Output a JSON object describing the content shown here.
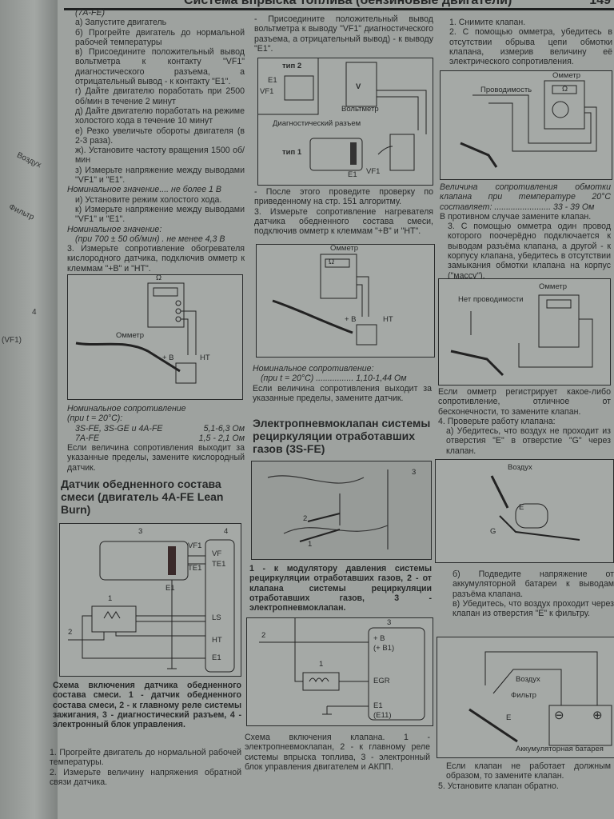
{
  "header": {
    "title": "Система впрыска топлива (бензиновые двигатели)",
    "page_number": "149"
  },
  "curl_fragments": [
    "Воздух",
    "Фильтр",
    "4",
    "(VF1)"
  ],
  "col1": {
    "engine": "(7A-FE)",
    "steps": [
      "а) Запустите двигатель",
      "б) Прогрейте двигатель до нормальной рабочей температуры",
      "в) Присоедините положительный вывод вольтметра к контакту \"VF1\" диагностического разъема, а отрицательный вывод - к контакту \"E1\".",
      "г) Дайте двигателю поработать при 2500 об/мин в течение 2 минут",
      "д) Дайте двигателю поработать на режиме холостого хода в течение 10 минут",
      "е) Резко увеличьте обороты двигателя (в 2-3 раза).",
      "ж). Установите частоту вращения 1500 об/мин",
      "з) Измерьте напряжение между выводами \"VF1\" и \"E1\"."
    ],
    "nominal1": "Номинальное значение.... не более 1 В",
    "steps2": [
      "и) Установите режим холостого хода.",
      "к) Измерьте напряжение между выводами \"VF1\" и \"E1\"."
    ],
    "nominal2_label": "Номинальное значение:",
    "nominal2_value": "(при 700 ± 50 об/мин) . не менее 4,3 В",
    "step3": "3. Измерьте сопротивление обогревателя кислородного датчика, подключив омметр к клеммам \"+B\" и \"HT\".",
    "fig1": {
      "ohmmeter": "Омметр",
      "b": "+ B",
      "ht": "HT",
      "omega": "Ω"
    },
    "resist_label": "Номинальное сопротивление",
    "resist_cond": "(при t = 20°C):",
    "resist_rows": [
      {
        "name": "3S-FE, 3S-GE и 4A-FE",
        "value": "5,1-6,3 Ом"
      },
      {
        "name": "7A-FE",
        "value": "1,5 - 2,1 Ом"
      }
    ],
    "resist_note": "Если величина сопротивления выходит за указанные пределы, замените кислородный датчик.",
    "heading": "Датчик обедненного состава смеси (двигатель 4A-FE Lean Burn)",
    "fig2": {
      "n1": "1",
      "n2": "2",
      "n3": "3",
      "n4": "4",
      "vf1": "VF1",
      "te1": "TE1",
      "e1": "E1",
      "vf": "VF",
      "te1_ecu": "TE1",
      "ls": "LS",
      "ht": "HT",
      "e1_ecu": "E1"
    },
    "caption": "Схема включения датчика обедненного состава смеси. 1 - датчик обедненного состава смеси, 2 - к главному реле системы зажигания, 3 - диагностический разъем, 4 - электронный блок управления.",
    "final_steps": [
      "1. Прогрейте двигатель до нормальной рабочей температуры.",
      "2. Измерьте величину напряжения обратной связи датчика."
    ]
  },
  "col2": {
    "intro": "- Присоедините положительный вывод вольтметра к выводу \"VF1\" диагностического разъема, а отрицательный вывод) - к выводу \"E1\".",
    "fig1": {
      "type2": "тип 2",
      "e1": "E1",
      "vf1": "VF1",
      "voltmeter": "Вольтметр",
      "v": "V",
      "diag": "Диагностический разъем",
      "type1": "тип 1",
      "e1b": "E1",
      "vf1b": "VF1"
    },
    "after": "- После этого проведите проверку по приведенному на стр. 151 алгоритму.",
    "step3": "3. Измерьте сопротивление нагревателя датчика обедненного состава смеси, подключив омметр к клеммам \"+B\" и \"HT\".",
    "fig2": {
      "ohmmeter": "Омметр",
      "b": "+ B",
      "ht": "HT",
      "omega": "Ω"
    },
    "nominal_label": "Номинальное сопротивление:",
    "nominal_value": "(при t = 20°C) ................ 1,10-1,44 Ом",
    "note": "Если величина сопротивления выходит за указанные пределы, замените датчик.",
    "heading": "Электропневмоклапан системы рециркуляции отработавших газов (3S-FE)",
    "fig3": {
      "n1": "1",
      "n2": "2",
      "n3": "3"
    },
    "fig3_caption": "1 - к модулятору давления системы рециркуляции отработавших газов, 2 - от клапана системы рециркуляции отработавших газов, 3 - электропневмоклапан.",
    "fig4": {
      "n1": "1",
      "n2": "2",
      "n3": "3",
      "b": "+ B",
      "b1": "(+ B1)",
      "egr": "EGR",
      "e1": "E1",
      "e11": "(E11)"
    },
    "fig4_caption": "Схема включения клапана. 1 - электропневмоклапан, 2 - к главному реле системы впрыска топлива, 3 - электронный блок управления двигателем и АКПП."
  },
  "col3": {
    "step1": "1. Снимите клапан.",
    "step2": "2. С помощью омметра, убедитесь в отсутствии обрыва цепи обмотки клапана, измерив величину её электрического сопротивления.",
    "fig1": {
      "ohmmeter": "Омметр",
      "conduct": "Проводимость",
      "omega": "Ω"
    },
    "value_text": "Величина сопротивления обмотки клапана при температуре 20°C составляет: ........................ 33 - 39 Ом",
    "replace": "В противном случае замените клапан.",
    "step3": "3. С помощью омметра один провод которого поочерёдно подключается к выводам разъёма клапана, а другой - к корпусу клапана, убедитесь в отсутствии замыкания обмотки клапана на корпус (\"массу\").",
    "fig2": {
      "ohmmeter": "Омметр",
      "no_conduct": "Нет проводимости"
    },
    "note": "Если омметр регистрирует какое-либо сопротивление, отличное от бесконечности, то замените клапан.",
    "step4": "4. Проверьте работу клапана:",
    "step4a": "а) Убедитесь, что воздух не проходит из отверстия \"E\" в отверстие \"G\" через клапан.",
    "fig3": {
      "air": "Воздух",
      "e": "E",
      "g": "G"
    },
    "step4b": "б) Подведите напряжение от аккумуляторной батареи к выводам разъёма клапана.",
    "step4c": "в) Убедитесь, что воздух проходит через клапан из отверстия \"E\" к фильтру.",
    "fig4": {
      "air": "Воздух",
      "filter": "Фильтр",
      "e": "E",
      "battery": "Аккумуляторная батарея",
      "minus": "⊖",
      "plus": "⊕"
    },
    "final_note": "Если клапан не работает должным образом, то замените клапан.",
    "step5": "5. Установите клапан обратно."
  }
}
